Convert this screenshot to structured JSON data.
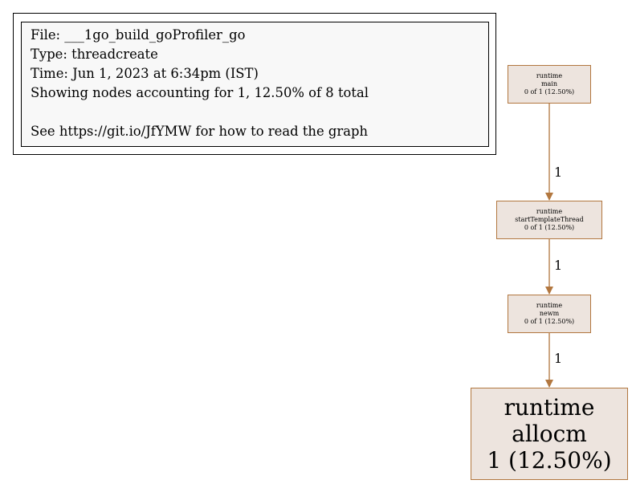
{
  "legend": {
    "file": "File: ___1go_build_goProfiler_go",
    "type": "Type: threadcreate",
    "time": "Time: Jun 1, 2023 at 6:34pm (IST)",
    "showing": "Showing nodes accounting for 1, 12.50% of 8 total",
    "help": "See https://git.io/JfYMW for how to read the graph"
  },
  "nodes": [
    {
      "pkg": "runtime",
      "func": "main",
      "stats": "0 of 1 (12.50%)"
    },
    {
      "pkg": "runtime",
      "func": "startTemplateThread",
      "stats": "0 of 1 (12.50%)"
    },
    {
      "pkg": "runtime",
      "func": "newm",
      "stats": "0 of 1 (12.50%)"
    },
    {
      "pkg": "runtime",
      "func": "allocm",
      "stats": "1 (12.50%)"
    }
  ],
  "edges": [
    {
      "from": "main",
      "to": "startTemplateThread",
      "label": "1"
    },
    {
      "from": "startTemplateThread",
      "to": "newm",
      "label": "1"
    },
    {
      "from": "newm",
      "to": "allocm",
      "label": "1"
    }
  ],
  "colors": {
    "edge": "#b2773f",
    "node_fill": "#ede4de",
    "node_border": "#b2773f",
    "legend_fill": "#f8f8f8"
  }
}
